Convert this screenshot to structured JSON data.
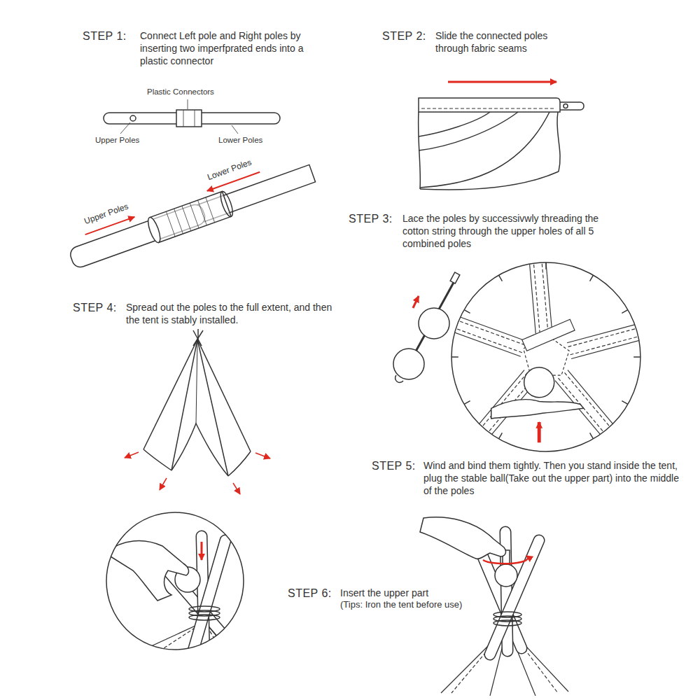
{
  "diagram": {
    "labels": [
      "STEP 1:",
      "Connect Left pole and Right poles by inserting two imperfprated ends into a plastic connector",
      "Plastic Connectors",
      "Upper Poles",
      "Lower Poles",
      "Lower Poles",
      "Upper Poles",
      "STEP 2:",
      "Slide the connected poles through fabric seams",
      "STEP 3:",
      "Lace the poles by successivwly threading the cotton string through the upper holes of all 5 combined poles",
      "STEP 4:",
      "Spread out the poles to the full extent, and then the tent is stably installed.",
      "STEP 5:",
      "Wind and bind them tightly. Then you stand inside the tent, plug the stable ball(Take out the upper part) into the middle of the poles",
      "STEP 6:",
      "Insert the upper part",
      "(Tips: Iron the tent before use)"
    ]
  }
}
